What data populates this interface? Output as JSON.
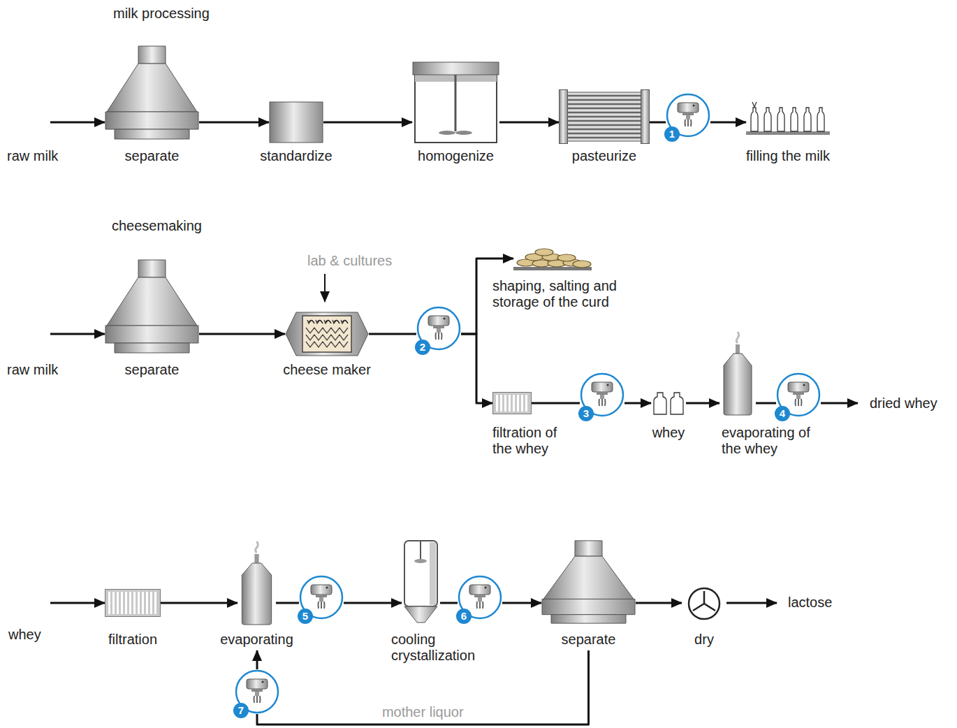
{
  "diagram": {
    "nodes": [
      {
        "text": [
          "separate"
        ]
      },
      {
        "text": [
          "standardize"
        ]
      },
      {
        "text": [
          "homogenize"
        ]
      },
      {
        "text": [
          "pasteurize"
        ]
      },
      {
        "text": [
          "1"
        ]
      },
      {
        "text": [
          "filling the milk"
        ]
      },
      {
        "text": [
          "separate"
        ]
      },
      {
        "text": [
          "cheese maker"
        ]
      },
      {
        "text": [
          "2"
        ]
      },
      {
        "text": [
          "shaping, salting and storage of the curd"
        ]
      },
      {
        "text": [
          "filtration of the whey"
        ]
      },
      {
        "text": [
          "3"
        ]
      },
      {
        "text": [
          "whey"
        ]
      },
      {
        "text": [
          "evaporating of the whey"
        ]
      },
      {
        "text": [
          "4"
        ]
      },
      {
        "text": [
          "filtration"
        ]
      },
      {
        "text": [
          "evaporating"
        ]
      },
      {
        "text": [
          "5"
        ]
      },
      {
        "text": [
          "cooling crystallization"
        ]
      },
      {
        "text": [
          "6"
        ]
      },
      {
        "text": [
          "separate"
        ]
      },
      {
        "text": [
          "dry"
        ]
      },
      {
        "text": [
          "7"
        ]
      }
    ],
    "edges": [
      {
        "from": 0,
        "to": 1,
        "arrow": "to"
      },
      {
        "from": 1,
        "to": 2,
        "arrow": "to"
      },
      {
        "from": 2,
        "to": 3,
        "arrow": "to"
      },
      {
        "from": 3,
        "to": 4,
        "arrow": "none"
      },
      {
        "from": 4,
        "to": 5,
        "arrow": "to"
      },
      {
        "from": 6,
        "to": 7,
        "arrow": "to"
      },
      {
        "from": 7,
        "to": 8,
        "arrow": "none"
      },
      {
        "from": 8,
        "to": 9,
        "arrow": "to"
      },
      {
        "from": 8,
        "to": 10,
        "arrow": "to"
      },
      {
        "from": 10,
        "to": 11,
        "arrow": "none"
      },
      {
        "from": 11,
        "to": 12,
        "arrow": "to"
      },
      {
        "from": 12,
        "to": 13,
        "arrow": "to"
      },
      {
        "from": 13,
        "to": 14,
        "arrow": "none"
      },
      {
        "from": 15,
        "to": 16,
        "arrow": "to"
      },
      {
        "from": 16,
        "to": 17,
        "arrow": "none"
      },
      {
        "from": 17,
        "to": 18,
        "arrow": "to"
      },
      {
        "from": 18,
        "to": 19,
        "arrow": "none"
      },
      {
        "from": 19,
        "to": 20,
        "arrow": "to"
      },
      {
        "from": 20,
        "to": 21,
        "arrow": "to"
      },
      {
        "from": 20,
        "to": 22,
        "label": "mother liquor",
        "arrow": "none"
      },
      {
        "from": 22,
        "to": 16,
        "arrow": "to"
      }
    ],
    "labels": [
      "milk processing",
      "raw milk",
      "cheesemaking",
      "lab & cultures",
      "raw milk",
      "dried whey",
      "whey",
      "lactose"
    ]
  }
}
